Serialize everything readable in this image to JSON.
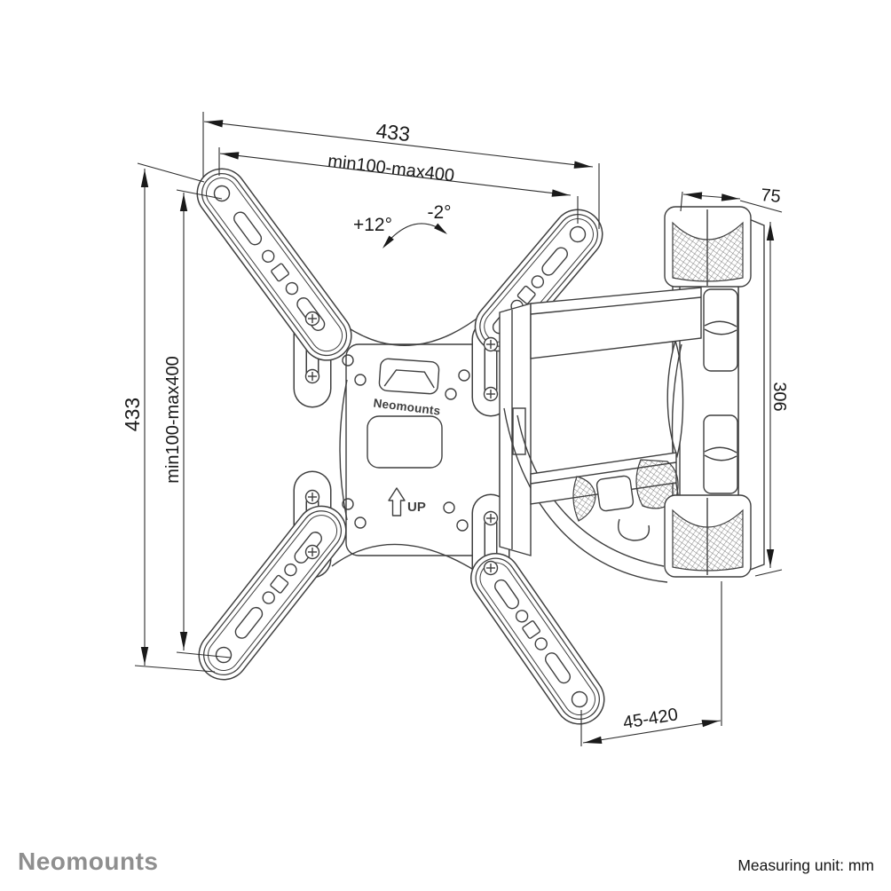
{
  "footer": {
    "brand": "Neomounts",
    "measuring_unit": "Measuring unit: mm"
  },
  "diagram": {
    "plate_logo": "Neomounts",
    "up_label": "UP",
    "dimensions": {
      "top_width": "433",
      "top_vesa": "min100-max400",
      "left_height": "433",
      "left_vesa": "min100-max400",
      "wallplate_depth": "75",
      "wallplate_height": "306",
      "arm_extension": "45-420",
      "tilt_up": "+12°",
      "tilt_down": "-2°"
    },
    "colors": {
      "line": "#3f3f3f",
      "dim_text": "#1a1a1a",
      "brand_gray": "#8f8f8f"
    }
  }
}
